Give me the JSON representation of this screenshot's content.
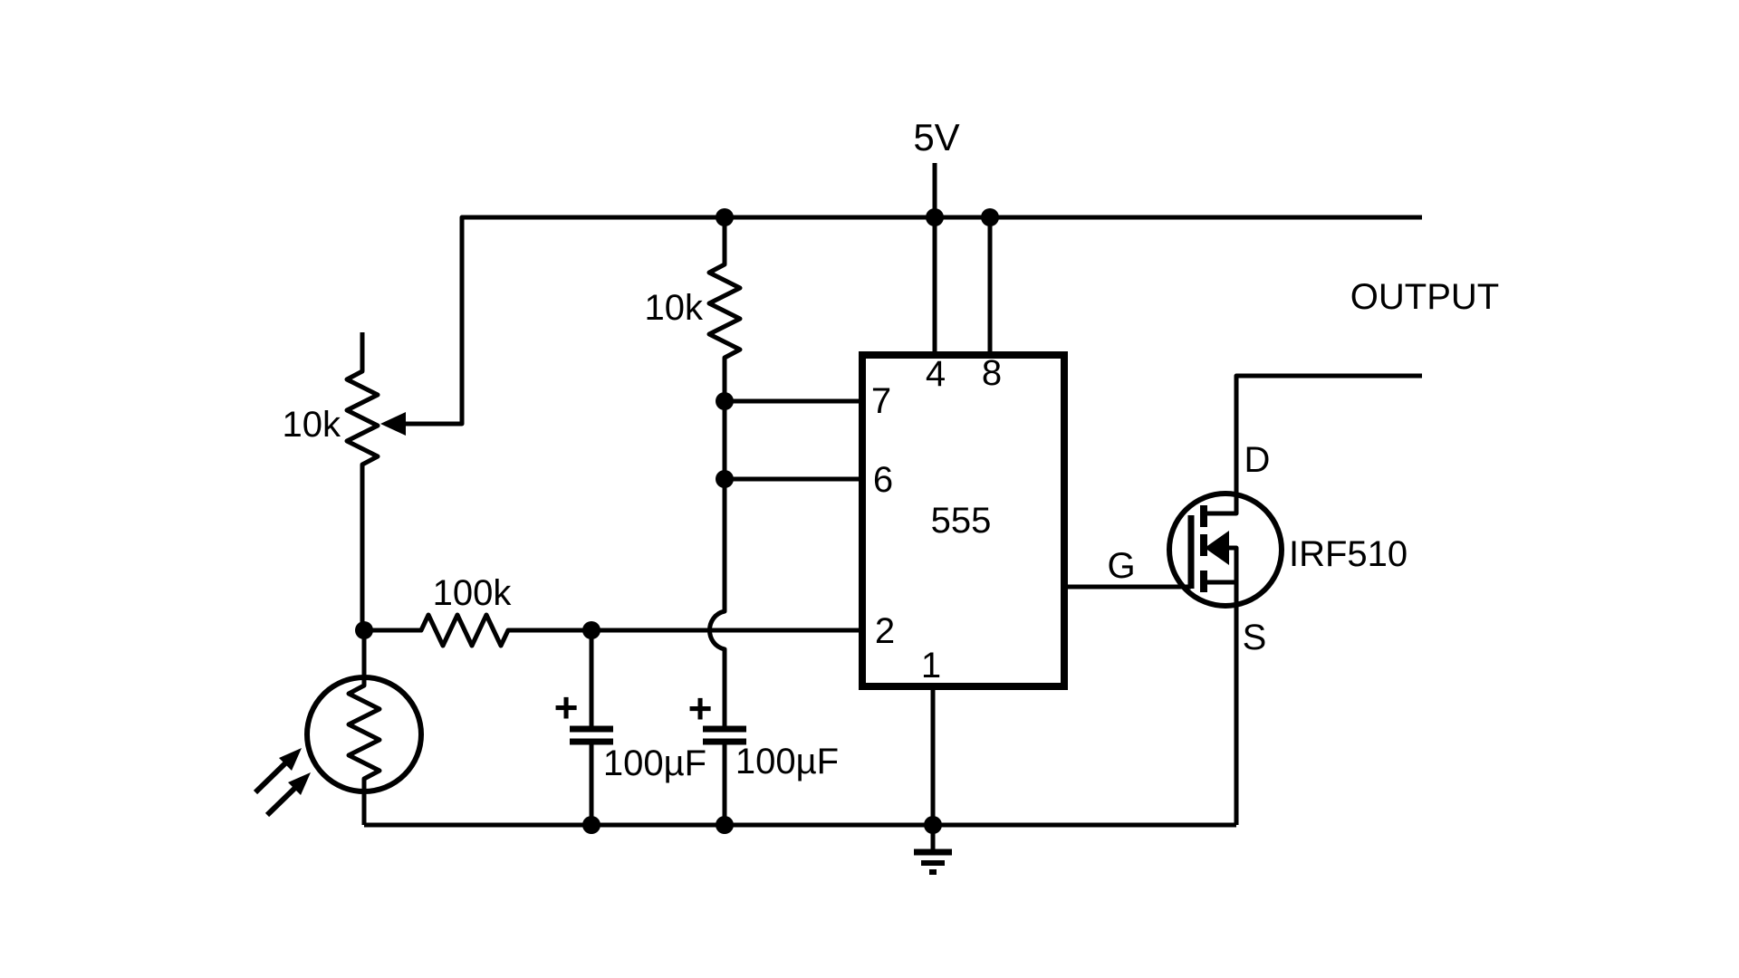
{
  "colors": {
    "background": "#ffffff",
    "line": "#000000"
  },
  "power_supply": {
    "label": "5V"
  },
  "output": {
    "label": "OUTPUT"
  },
  "potentiometer": {
    "value": "10k"
  },
  "resistor_r1": {
    "value": "10k"
  },
  "resistor_r2": {
    "value": "100k"
  },
  "capacitor_c1": {
    "value": "100µF",
    "polarity": "+"
  },
  "capacitor_c2": {
    "value": "100µF",
    "polarity": "+"
  },
  "ic_555": {
    "label": "555",
    "pins": {
      "p1": "1",
      "p2": "2",
      "p4": "4",
      "p6": "6",
      "p7": "7",
      "p8": "8"
    }
  },
  "mosfet": {
    "part_number": "IRF510",
    "gate_label": "G",
    "drain_label": "D",
    "source_label": "S"
  }
}
